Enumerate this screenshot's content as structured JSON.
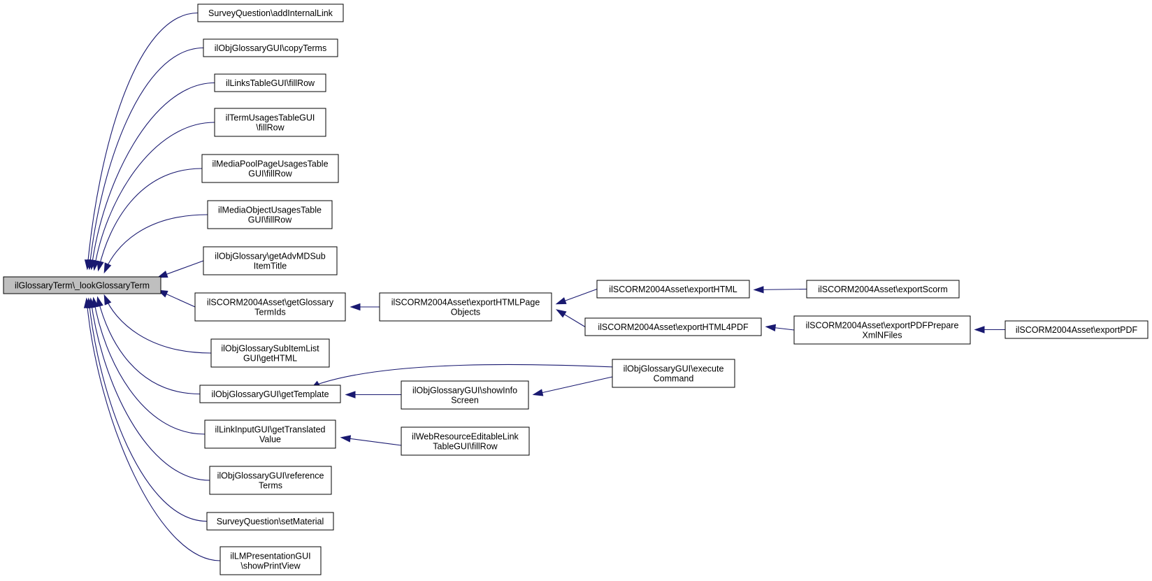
{
  "diagram": {
    "colors": {
      "edge": "#191970",
      "root_fill": "#bfbfbf",
      "node_fill": "#ffffff",
      "node_border": "#000000"
    },
    "nodes": [
      {
        "id": "root",
        "lines": [
          "ilGlossaryTerm\\_lookGlossaryTerm"
        ]
      },
      {
        "id": "n1",
        "lines": [
          "SurveyQuestion\\addInternalLink"
        ]
      },
      {
        "id": "n2",
        "lines": [
          "ilObjGlossaryGUI\\copyTerms"
        ]
      },
      {
        "id": "n3",
        "lines": [
          "ilLinksTableGUI\\fillRow"
        ]
      },
      {
        "id": "n4",
        "lines": [
          "ilTermUsagesTableGUI",
          "\\fillRow"
        ]
      },
      {
        "id": "n5",
        "lines": [
          "ilMediaPoolPageUsagesTable",
          "GUI\\fillRow"
        ]
      },
      {
        "id": "n6",
        "lines": [
          "ilMediaObjectUsagesTable",
          "GUI\\fillRow"
        ]
      },
      {
        "id": "n7",
        "lines": [
          "ilObjGlossary\\getAdvMDSub",
          "ItemTitle"
        ]
      },
      {
        "id": "n8",
        "lines": [
          "ilSCORM2004Asset\\getGlossary",
          "TermIds"
        ]
      },
      {
        "id": "n9",
        "lines": [
          "ilObjGlossarySubItemList",
          "GUI\\getHTML"
        ]
      },
      {
        "id": "n10",
        "lines": [
          "ilObjGlossaryGUI\\getTemplate"
        ]
      },
      {
        "id": "n11",
        "lines": [
          "ilLinkInputGUI\\getTranslated",
          "Value"
        ]
      },
      {
        "id": "n12",
        "lines": [
          "ilObjGlossaryGUI\\reference",
          "Terms"
        ]
      },
      {
        "id": "n13",
        "lines": [
          "SurveyQuestion\\setMaterial"
        ]
      },
      {
        "id": "n14",
        "lines": [
          "ilLMPresentationGUI",
          "\\showPrintView"
        ]
      },
      {
        "id": "m1",
        "lines": [
          "ilSCORM2004Asset\\exportHTMLPage",
          "Objects"
        ]
      },
      {
        "id": "m2",
        "lines": [
          "ilObjGlossaryGUI\\showInfo",
          "Screen"
        ]
      },
      {
        "id": "m3",
        "lines": [
          "ilWebResourceEditableLink",
          "TableGUI\\fillRow"
        ]
      },
      {
        "id": "e1",
        "lines": [
          "ilSCORM2004Asset\\exportHTML"
        ]
      },
      {
        "id": "e2",
        "lines": [
          "ilSCORM2004Asset\\exportHTML4PDF"
        ]
      },
      {
        "id": "e3",
        "lines": [
          "ilObjGlossaryGUI\\execute",
          "Command"
        ]
      },
      {
        "id": "f1",
        "lines": [
          "ilSCORM2004Asset\\exportScorm"
        ]
      },
      {
        "id": "f2",
        "lines": [
          "ilSCORM2004Asset\\exportPDFPrepare",
          "XmlNFiles"
        ]
      },
      {
        "id": "g1",
        "lines": [
          "ilSCORM2004Asset\\exportPDF"
        ]
      }
    ],
    "edges": [
      {
        "from": "n1",
        "to": "root"
      },
      {
        "from": "n2",
        "to": "root"
      },
      {
        "from": "n3",
        "to": "root"
      },
      {
        "from": "n4",
        "to": "root"
      },
      {
        "from": "n5",
        "to": "root"
      },
      {
        "from": "n6",
        "to": "root"
      },
      {
        "from": "n7",
        "to": "root"
      },
      {
        "from": "n8",
        "to": "root"
      },
      {
        "from": "n9",
        "to": "root"
      },
      {
        "from": "n10",
        "to": "root"
      },
      {
        "from": "n11",
        "to": "root"
      },
      {
        "from": "n12",
        "to": "root"
      },
      {
        "from": "n13",
        "to": "root"
      },
      {
        "from": "n14",
        "to": "root"
      },
      {
        "from": "m1",
        "to": "n8"
      },
      {
        "from": "e1",
        "to": "m1"
      },
      {
        "from": "e2",
        "to": "m1"
      },
      {
        "from": "f1",
        "to": "e1"
      },
      {
        "from": "f2",
        "to": "e2"
      },
      {
        "from": "g1",
        "to": "f2"
      },
      {
        "from": "e3",
        "to": "n10"
      },
      {
        "from": "m2",
        "to": "n10"
      },
      {
        "from": "e3",
        "to": "m2"
      },
      {
        "from": "m3",
        "to": "n11"
      }
    ]
  }
}
